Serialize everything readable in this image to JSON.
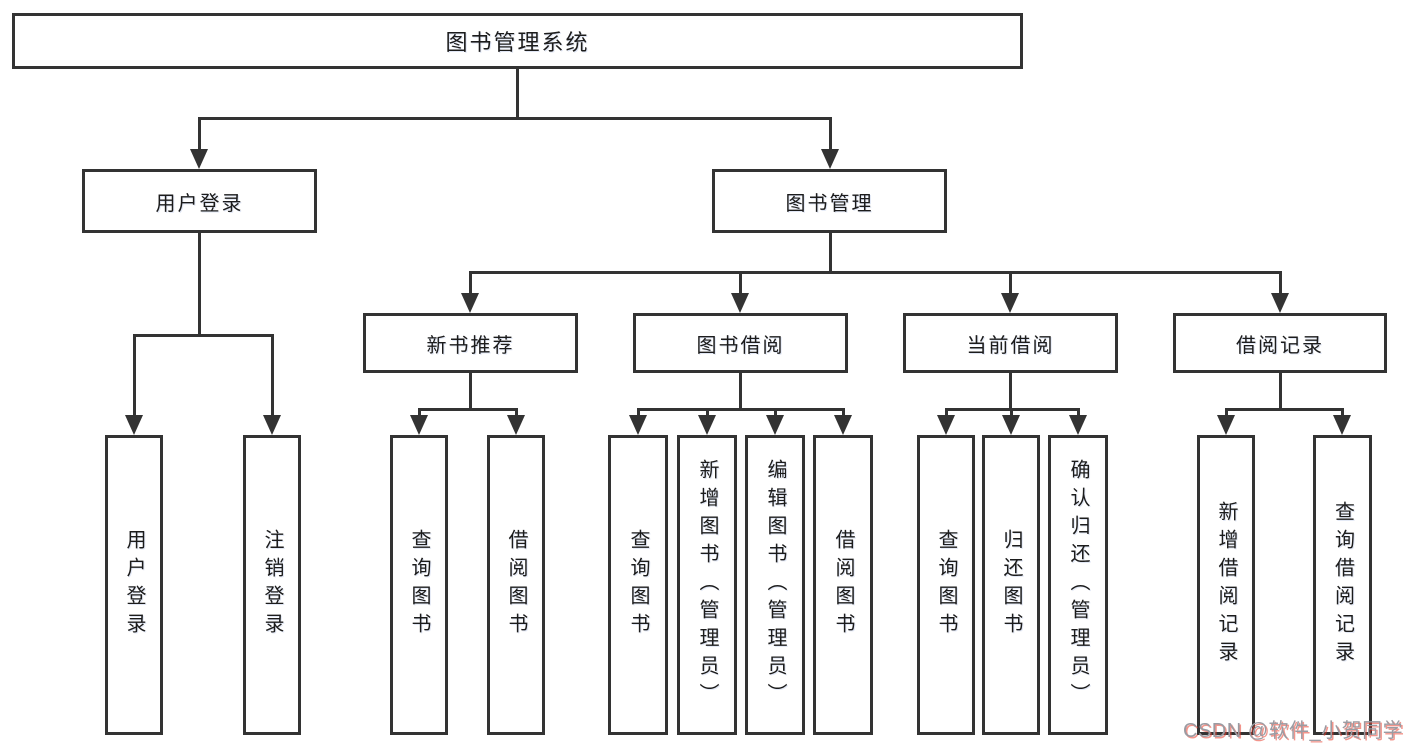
{
  "diagram": {
    "tree": {
      "root": {
        "label": "图书管理系统"
      },
      "branches": [
        {
          "label": "用户登录",
          "children": [
            {
              "label": "用户登录"
            },
            {
              "label": "注销登录"
            }
          ]
        },
        {
          "label": "图书管理",
          "children": [
            {
              "label": "新书推荐",
              "children": [
                {
                  "label": "查询图书"
                },
                {
                  "label": "借阅图书"
                }
              ]
            },
            {
              "label": "图书借阅",
              "children": [
                {
                  "label": "查询图书"
                },
                {
                  "label": "新增图书（管理员）"
                },
                {
                  "label": "编辑图书（管理员）"
                },
                {
                  "label": "借阅图书"
                }
              ]
            },
            {
              "label": "当前借阅",
              "children": [
                {
                  "label": "查询图书"
                },
                {
                  "label": "归还图书"
                },
                {
                  "label": "确认归还（管理员）"
                }
              ]
            },
            {
              "label": "借阅记录",
              "children": [
                {
                  "label": "新增借阅记录"
                },
                {
                  "label": "查询借阅记录"
                }
              ]
            }
          ]
        }
      ]
    },
    "colors": {
      "line": "#333333",
      "text": "#1c1c1c",
      "background": "#ffffff",
      "watermark_gray": "#9b9ba2",
      "watermark_red": "#e83e2d"
    }
  },
  "watermark": {
    "text": "CSDN @软件_小贺同学"
  }
}
